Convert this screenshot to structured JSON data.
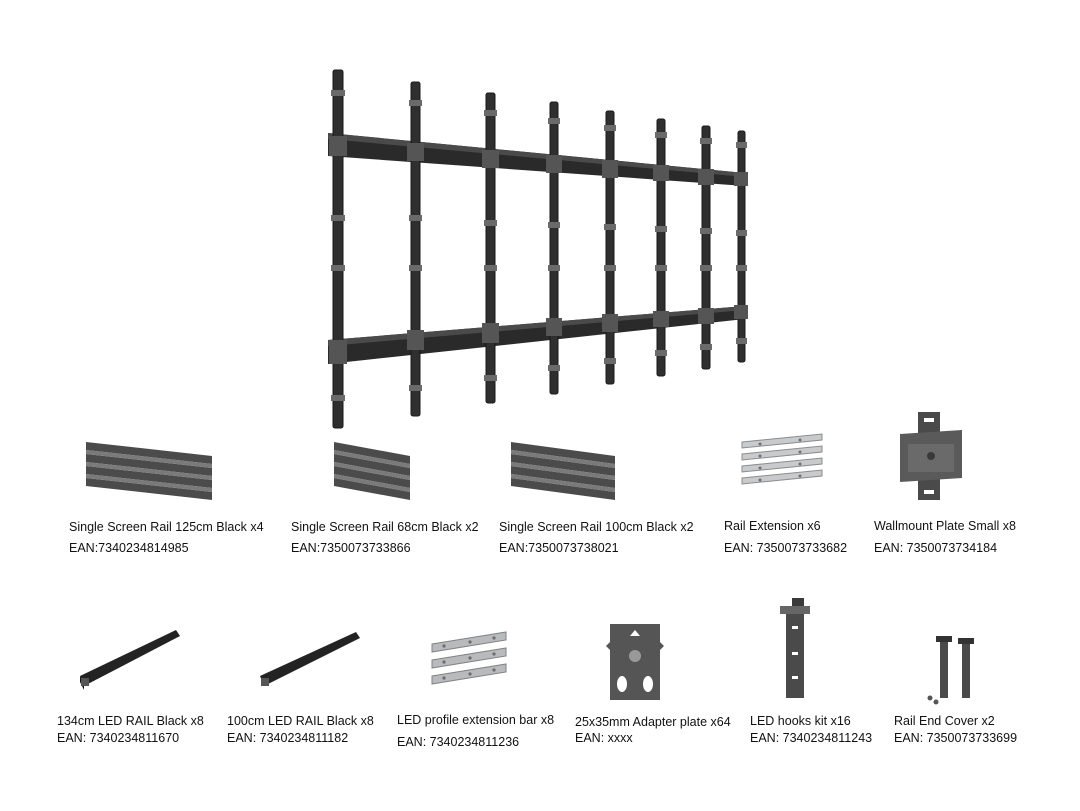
{
  "row1": [
    {
      "name": "Single Screen Rail 125cm Black x4",
      "ean": "EAN:7340234814985"
    },
    {
      "name": "Single Screen Rail 68cm Black x2",
      "ean": "EAN:7350073733866"
    },
    {
      "name": "Single Screen Rail 100cm Black x2",
      "ean": "EAN:7350073738021"
    },
    {
      "name": "Rail Extension x6",
      "ean": "EAN: 7350073733682"
    },
    {
      "name": "Wallmount Plate Small x8",
      "ean": "EAN: 7350073734184"
    }
  ],
  "row2": [
    {
      "name": "134cm LED RAIL  Black x8",
      "ean": "EAN: 7340234811670"
    },
    {
      "name": "100cm LED RAIL  Black x8",
      "ean": "EAN: 7340234811182"
    },
    {
      "name": "LED profile extension bar x8",
      "ean": "EAN: 7340234811236"
    },
    {
      "name": "25x35mm Adapter plate x64",
      "ean": "EAN: xxxx"
    },
    {
      "name": "LED hooks kit x16",
      "ean": "EAN: 7340234811243"
    },
    {
      "name": "Rail End Cover x2",
      "ean": "EAN: 7350073733699"
    }
  ]
}
